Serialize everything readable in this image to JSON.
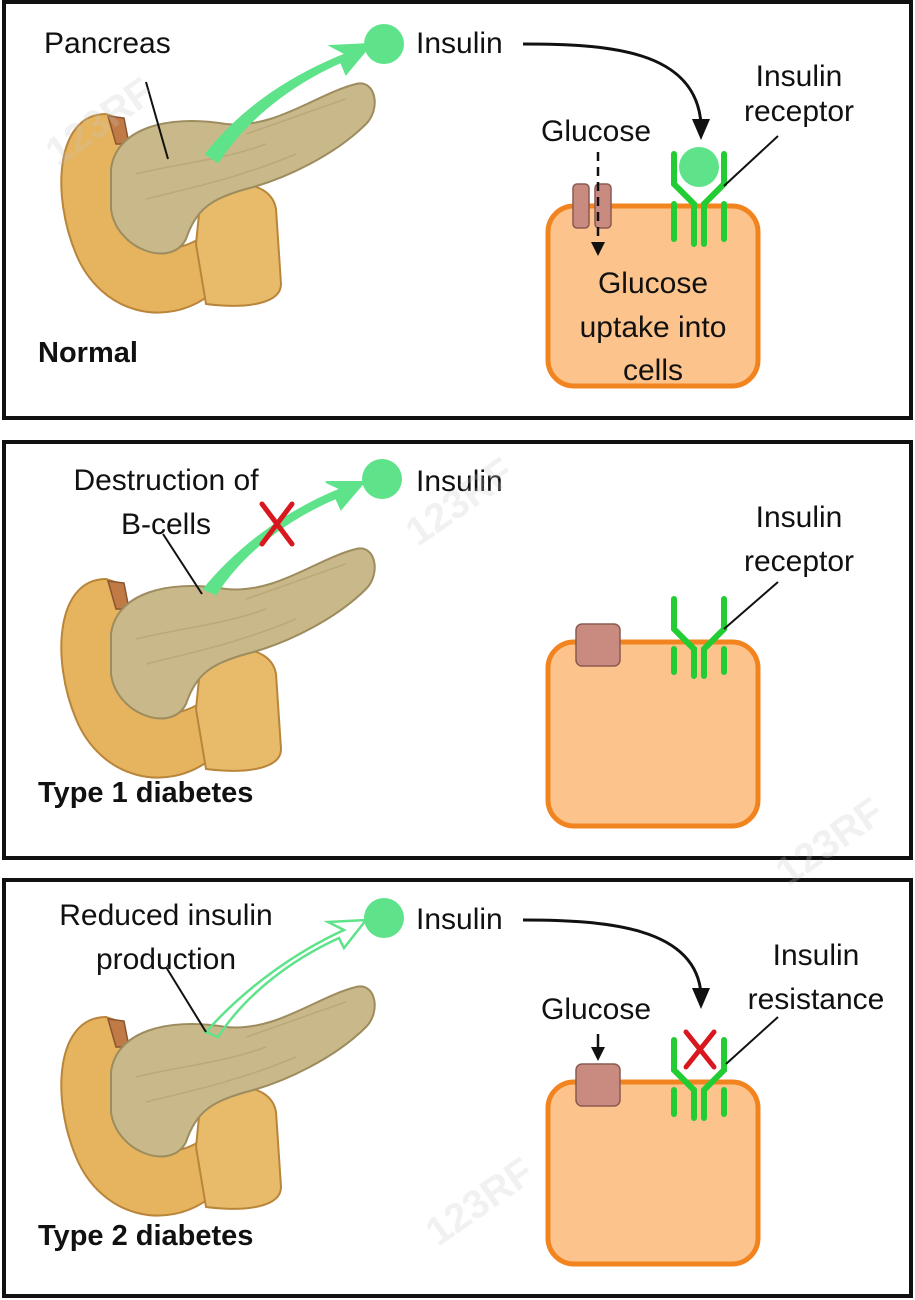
{
  "colors": {
    "insulin_green": "#5ee38a",
    "receptor_green": "#22cc33",
    "cell_fill": "#fcc38c",
    "cell_border": "#f28420",
    "transporter": "#c98a80",
    "cross_red": "#d8181e",
    "pancreas": "#c9b889"
  },
  "watermark": "123RF",
  "panels": [
    {
      "title": "Normal",
      "pancreas_label": "Pancreas",
      "insulin_label": "Insulin",
      "glucose_label": "Glucose",
      "receptor_label_line1": "Insulin",
      "receptor_label_line2": "receptor",
      "uptake_line1": "Glucose",
      "uptake_line2": "uptake into",
      "uptake_line3": "cells"
    },
    {
      "title": "Type 1 diabetes",
      "pancreas_label_line1": "Destruction of",
      "pancreas_label_line2": "B-cells",
      "insulin_label": "Insulin",
      "receptor_label_line1": "Insulin",
      "receptor_label_line2": "receptor"
    },
    {
      "title": "Type 2 diabetes",
      "pancreas_label_line1": "Reduced insulin",
      "pancreas_label_line2": "production",
      "insulin_label": "Insulin",
      "glucose_label": "Glucose",
      "receptor_label_line1": "Insulin",
      "receptor_label_line2": "resistance"
    }
  ]
}
